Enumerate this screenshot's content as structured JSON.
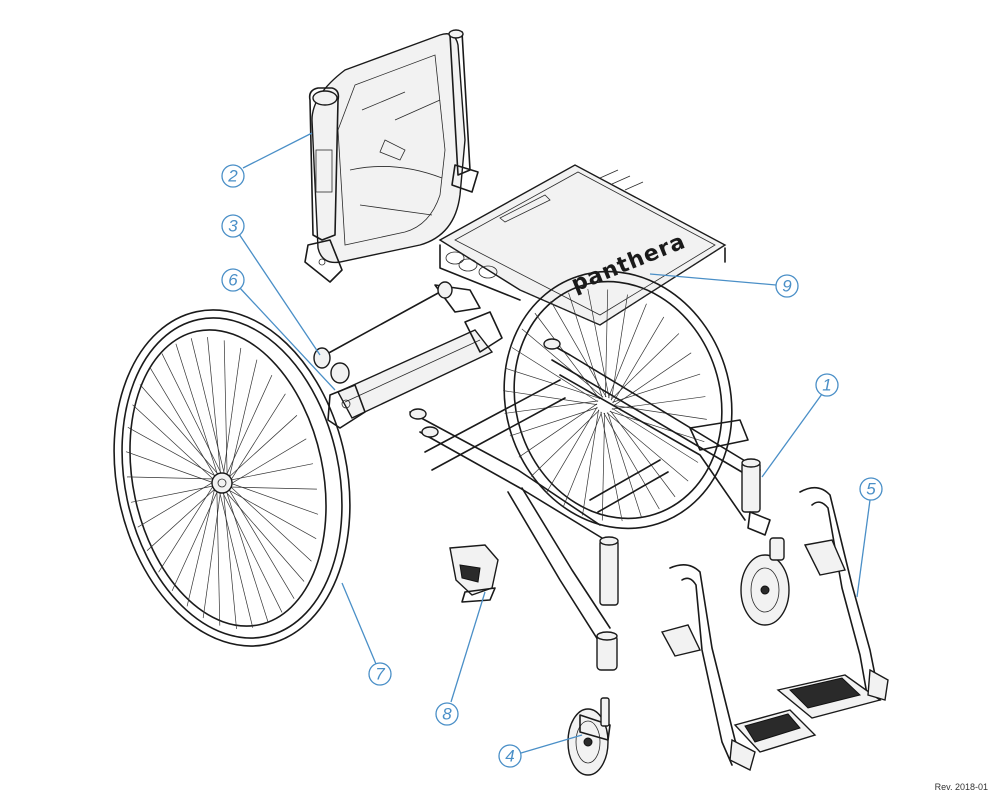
{
  "brand_label": "panthera",
  "revision": "Rev. 2018-01",
  "accent_color": "#4a8fc7",
  "callouts": [
    {
      "number": "1"
    },
    {
      "number": "2"
    },
    {
      "number": "3"
    },
    {
      "number": "4"
    },
    {
      "number": "5"
    },
    {
      "number": "6"
    },
    {
      "number": "7"
    },
    {
      "number": "8"
    },
    {
      "number": "9"
    }
  ]
}
